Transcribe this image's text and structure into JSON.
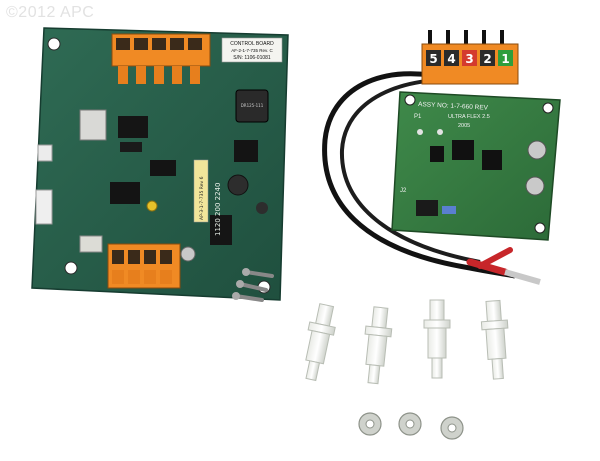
{
  "watermark": "©2012 APC",
  "control_board": {
    "label_title": "CONTROL BOARD",
    "label_part": "AF-2-1-7-735 Rev. C",
    "label_serial": "S/N: 1106-01081",
    "inductor_text": "DR125-111",
    "side_label": "AP-3-1-7-735 Rev 6",
    "side_code": "1120 200 2240"
  },
  "power_board": {
    "assy_text": "ASSY NO: 1-7-660 REV",
    "ultra_flex_text": "ULTRA FLEX 2.5",
    "year_text": "2005",
    "p1_label": "P1",
    "j2_label": "J2",
    "terminal_numbers": [
      "5",
      "4",
      "3",
      "2",
      "1"
    ],
    "terminal_colors": [
      "#2b2b2b",
      "#2b2b2b",
      "#d43a2e",
      "#2b2b2b",
      "#2f9e3c"
    ]
  },
  "standoffs_count": 4,
  "washers_count": 3
}
